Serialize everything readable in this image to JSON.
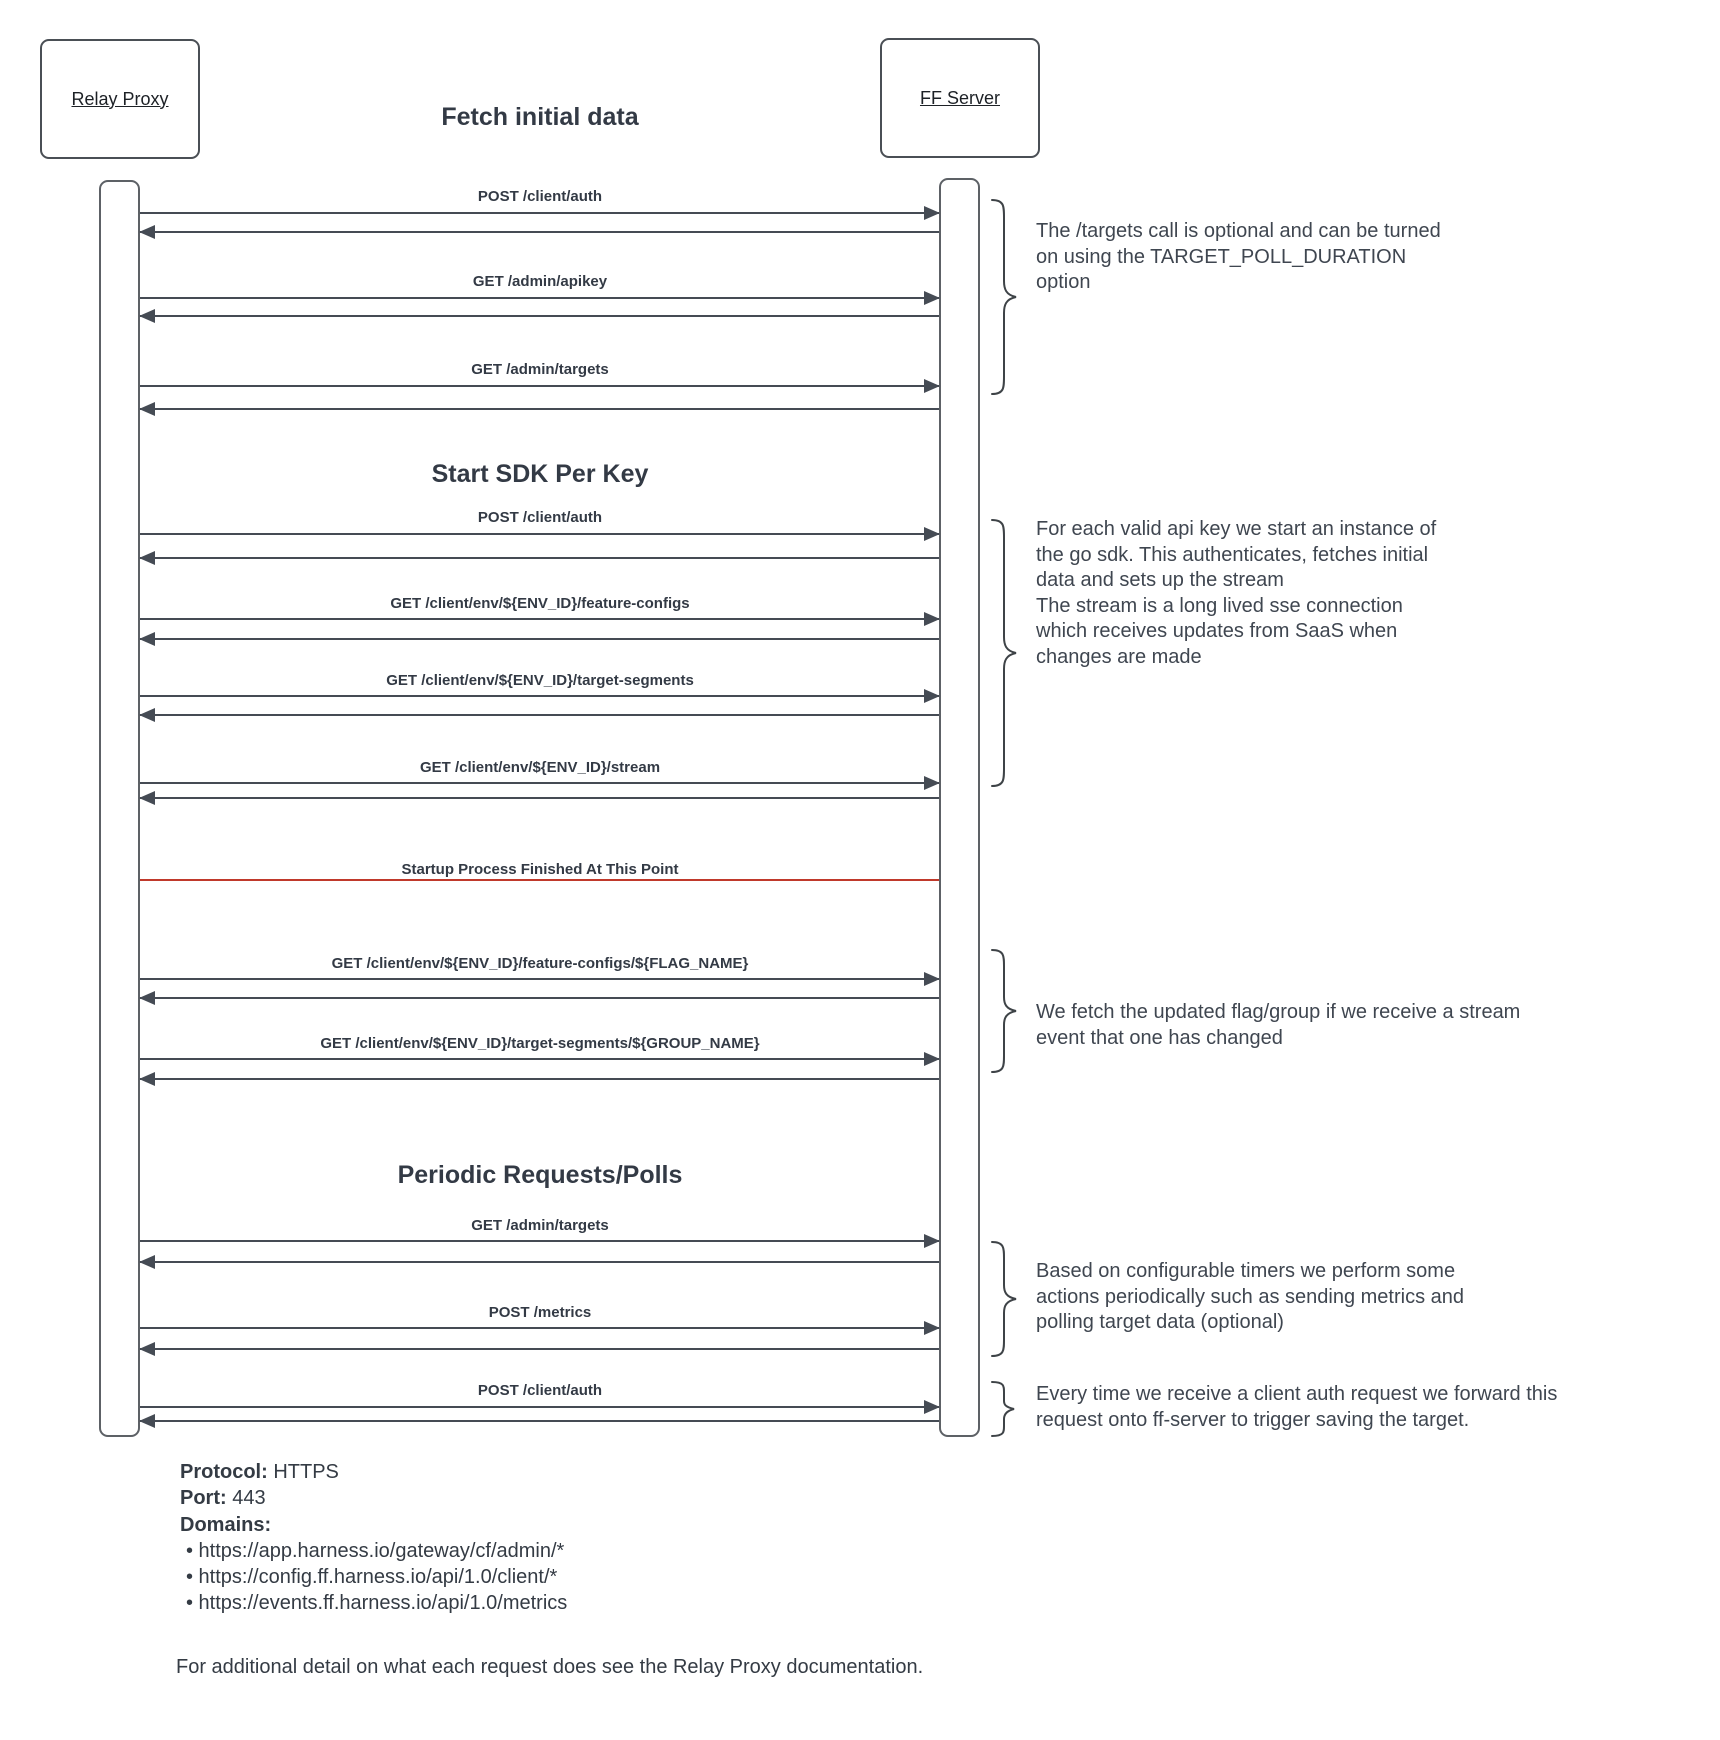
{
  "diagram": {
    "title": "Fetch initial data",
    "actors": [
      "Relay Proxy",
      "FF Server"
    ],
    "sections": {
      "start_sdk": "Start SDK Per Key",
      "periodic": "Periodic Requests/Polls"
    },
    "divider": {
      "label": "Startup Process Finished At This Point",
      "color": "#c0392b"
    },
    "messages": [
      "POST /client/auth",
      "GET /admin/apikey",
      "GET /admin/targets",
      "POST /client/auth",
      "GET /client/env/${ENV_ID}/feature-configs",
      "GET /client/env/${ENV_ID}/target-segments",
      "GET /client/env/${ENV_ID}/stream",
      "GET /client/env/${ENV_ID}/feature-configs/${FLAG_NAME}",
      "GET /client/env/${ENV_ID}/target-segments/${GROUP_NAME}",
      "GET /admin/targets",
      "POST /metrics",
      "POST /client/auth"
    ],
    "annotations": [
      "The /targets call is optional and can be turned\non using the TARGET_POLL_DURATION\noption",
      "For each valid api key we start an instance of\nthe go sdk. This authenticates, fetches initial\ndata and sets up the stream\nThe stream is a long lived sse connection\nwhich receives updates from SaaS when\nchanges are made",
      "We fetch the updated flag/group if we receive a stream\nevent that one has changed",
      "Based on configurable timers we perform some\nactions periodically such as sending metrics and\npolling target data (optional)",
      "Every time we receive a client auth request we forward this\nrequest onto ff-server to trigger saving the target."
    ],
    "colors": {
      "line": "#454b54",
      "divider_red": "#c0392b",
      "text": "#343b44"
    }
  },
  "footer": {
    "protocol_label": "Protocol:",
    "protocol_value": " HTTPS",
    "port_label": "Port:",
    "port_value": " 443",
    "domains_label": "Domains:",
    "domains": [
      "• https://app.harness.io/gateway/cf/admin/*",
      "• https://config.ff.harness.io/api/1.0/client/*",
      "• https://events.ff.harness.io/api/1.0/metrics"
    ],
    "note": "For additional detail on what each request does see the Relay Proxy documentation."
  }
}
